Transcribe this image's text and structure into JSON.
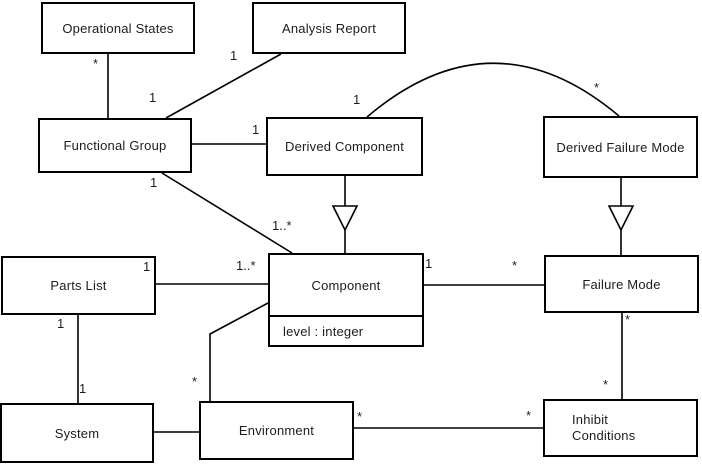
{
  "diagram_type": "UML class diagram",
  "classes": {
    "operational_states": {
      "name": "Operational States"
    },
    "analysis_report": {
      "name": "Analysis Report"
    },
    "functional_group": {
      "name": "Functional Group"
    },
    "derived_component": {
      "name": "Derived Component"
    },
    "derived_failure_mode": {
      "name": "Derived Failure Mode"
    },
    "parts_list": {
      "name": "Parts List"
    },
    "component": {
      "name": "Component",
      "attributes": [
        "level : integer"
      ]
    },
    "failure_mode": {
      "name": "Failure Mode"
    },
    "system": {
      "name": "System"
    },
    "environment": {
      "name": "Environment"
    },
    "inhibit_conditions": {
      "name": "Inhibit Conditions"
    }
  },
  "associations": [
    {
      "from": "Operational States",
      "to": "Functional Group",
      "type": "association",
      "from_label": "*",
      "to_label": ""
    },
    {
      "from": "Analysis Report",
      "to": "Functional Group",
      "type": "association",
      "from_label": "1",
      "to_label": "1"
    },
    {
      "from": "Functional Group",
      "to": "Derived Component",
      "type": "association",
      "from_label": "",
      "to_label": "1"
    },
    {
      "from": "Derived Component",
      "to": "Derived Failure Mode",
      "type": "association-arc",
      "from_label": "1",
      "to_label": "*"
    },
    {
      "from": "Functional Group",
      "to": "Component",
      "type": "association",
      "from_label": "1",
      "to_label": "1..*"
    },
    {
      "from": "Parts List",
      "to": "Component",
      "type": "association",
      "from_label": "1",
      "to_label": "1..*"
    },
    {
      "from": "Component",
      "to": "Failure Mode",
      "type": "association",
      "from_label": "1",
      "to_label": "*"
    },
    {
      "from": "Parts List",
      "to": "System",
      "type": "association",
      "from_label": "1",
      "to_label": "1"
    },
    {
      "from": "System",
      "to": "Environment",
      "type": "association",
      "from_label": "",
      "to_label": ""
    },
    {
      "from": "Environment",
      "to": "Component",
      "type": "association",
      "from_label": "*",
      "to_label": ""
    },
    {
      "from": "Environment",
      "to": "Inhibit Conditions",
      "type": "association",
      "from_label": "*",
      "to_label": "*"
    },
    {
      "from": "Failure Mode",
      "to": "Inhibit Conditions",
      "type": "association",
      "from_label": "*",
      "to_label": "*"
    }
  ],
  "generalizations": [
    {
      "from": "Derived Component",
      "to": "Component"
    },
    {
      "from": "Derived Failure Mode",
      "to": "Failure Mode"
    }
  ]
}
